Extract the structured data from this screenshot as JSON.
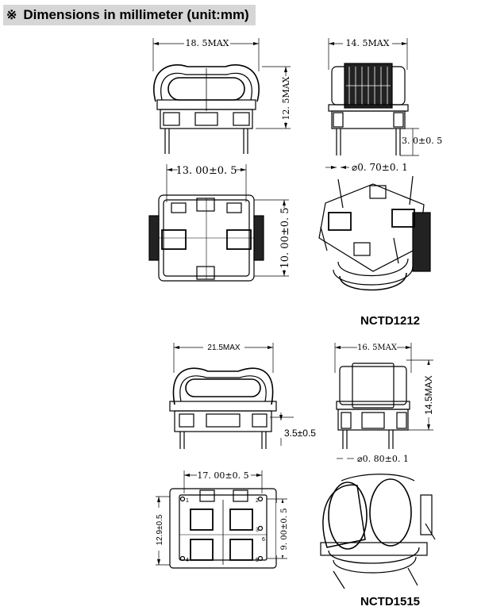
{
  "header": {
    "mark": "※",
    "title": "Dimensions in millimeter (unit:mm)"
  },
  "nctd1212": {
    "name": "NCTD1212",
    "width_max": "18. 5MAX",
    "depth_max": "14. 5MAX",
    "height_max": "12. 5MAX",
    "pin_len": "3. 0±0. 5",
    "pin_dia": "⌀0. 70±0. 1",
    "pitch_x": "13. 00±0. 5",
    "pitch_y": "10. 00±0. 5"
  },
  "nctd1515": {
    "name": "NCTD1515",
    "width_max": "21.5MAX",
    "depth_max": "16. 5MAX",
    "height_max": "14.5MAX",
    "pin_len": "3.5±0.5",
    "pin_dia": "⌀0. 80±0. 1",
    "pitch_x": "17. 00±0. 5",
    "pitch_y": "9. 00±0. 5",
    "pitch_y2": "12.9±0.5",
    "pins": [
      "1",
      "2",
      "3",
      "4",
      "5",
      "6"
    ]
  }
}
